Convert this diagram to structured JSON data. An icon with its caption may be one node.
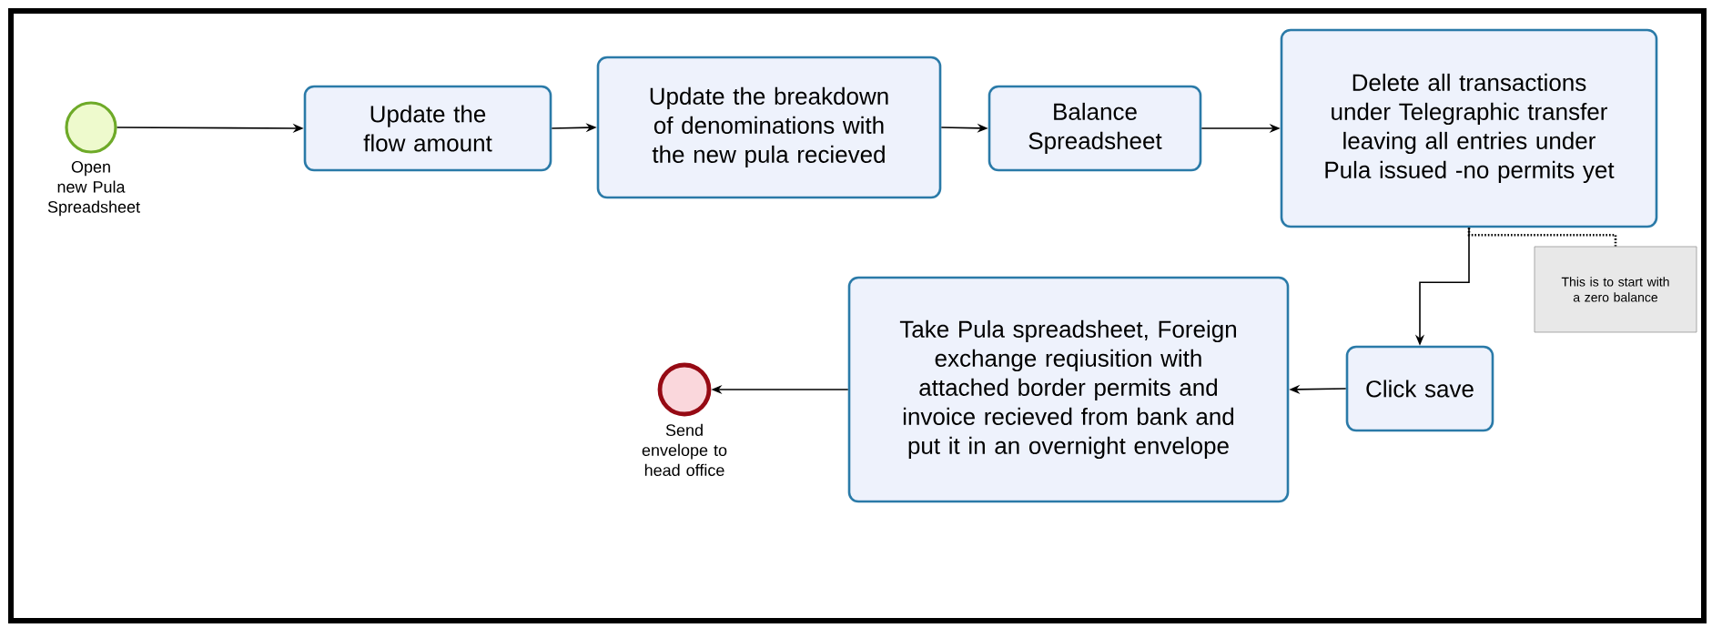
{
  "diagram": {
    "nodes": [
      {
        "text": [],
        "shape": "circle",
        "beside": [
          "Open new Pula Spreadsheet"
        ]
      },
      {
        "text": [
          "Update the flow amount"
        ]
      },
      {
        "text": [
          "Update the breakdown of denominations with the new pula recieved"
        ]
      },
      {
        "text": [
          "Balance Spreadsheet"
        ]
      },
      {
        "text": [
          "Delete all transactions under Telegraphic transfer leaving all entries under Pula issued -no permits yet"
        ]
      },
      {
        "text": [
          "This is to start with a zero balance"
        ]
      },
      {
        "text": [
          "Click save"
        ]
      },
      {
        "text": [
          "Take Pula spreadsheet, Foreign exchange reqiusition with attached border permits and invoice recieved from bank and put it in an overnight envelope"
        ]
      },
      {
        "text": [],
        "shape": "circle",
        "beside": [
          "Send envelope to head office"
        ]
      }
    ],
    "edges": [
      {
        "from": 0,
        "to": 1,
        "arrow": "to"
      },
      {
        "from": 1,
        "to": 2,
        "arrow": "to"
      },
      {
        "from": 2,
        "to": 3,
        "arrow": "to"
      },
      {
        "from": 3,
        "to": 4,
        "arrow": "to"
      },
      {
        "from": 4,
        "to": 6,
        "arrow": "to"
      },
      {
        "from": 6,
        "to": 7,
        "arrow": "to"
      },
      {
        "from": 7,
        "to": 8,
        "arrow": "to"
      },
      {
        "from": 4,
        "to": 5,
        "arrow": "none",
        "style": "dashed"
      }
    ]
  }
}
